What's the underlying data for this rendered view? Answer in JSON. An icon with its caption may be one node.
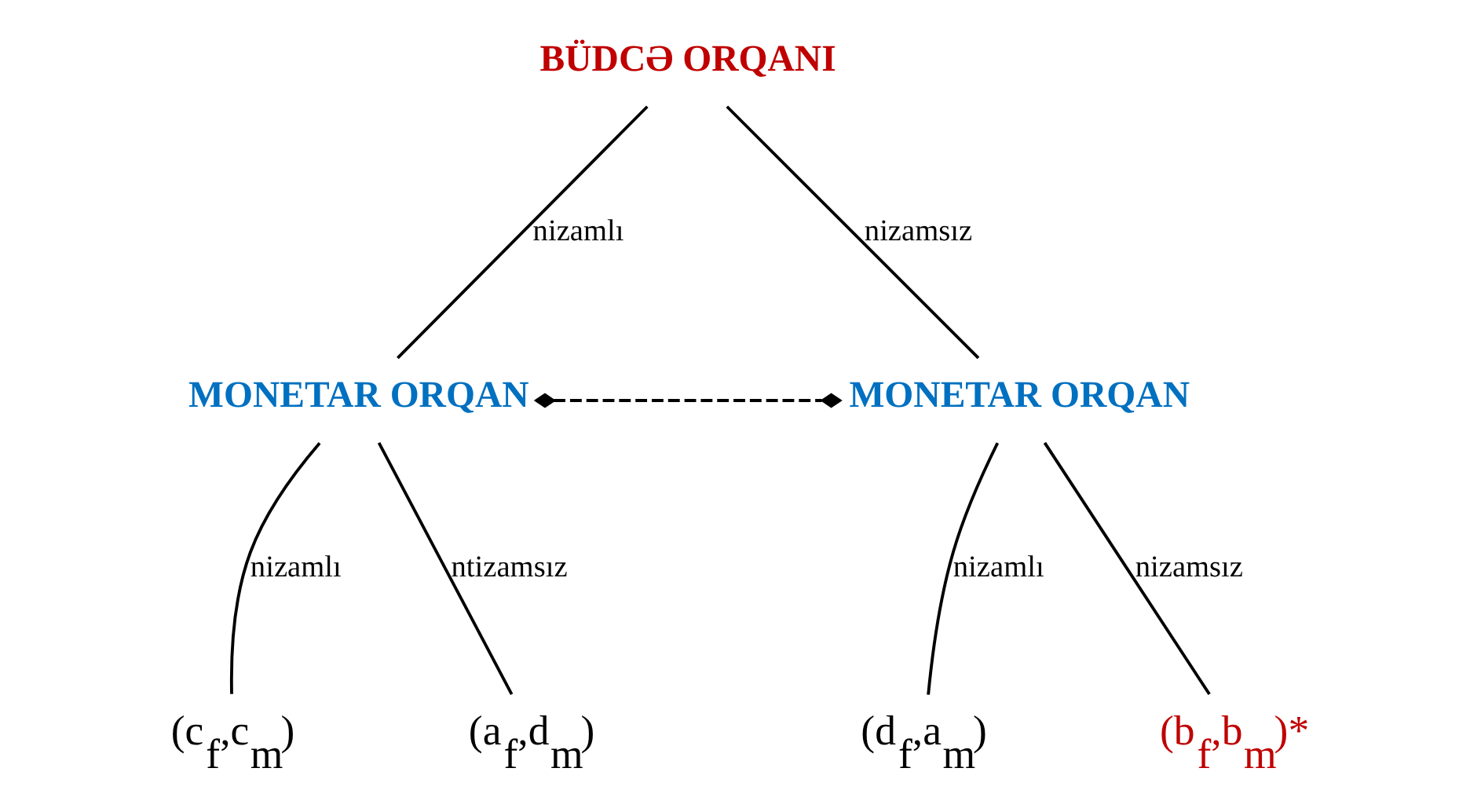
{
  "diagram": {
    "nodes": [
      {
        "text": [
          "BÜDCƏ ORQANI"
        ]
      },
      {
        "text": [
          "MONETAR ORQAN"
        ]
      },
      {
        "text": [
          "MONETAR ORQAN"
        ]
      },
      {
        "text": [
          "(c$_{f}$,c$_{m}$)"
        ]
      },
      {
        "text": [
          "(a$_{f}$,d$_{m}$)"
        ]
      },
      {
        "text": [
          "(d$_{f}$,a$_{m}$)"
        ]
      },
      {
        "text": [
          "(b$_{f}$,b$_{m}$)*"
        ]
      }
    ],
    "edges": [
      {
        "from": 0,
        "to": 1,
        "arrow": "none",
        "label": "nizamlı"
      },
      {
        "from": 0,
        "to": 2,
        "arrow": "none",
        "label": "nizamsız"
      },
      {
        "from": 1,
        "to": 2,
        "arrow": "other",
        "style": "dashed"
      },
      {
        "from": 1,
        "to": 3,
        "arrow": "none",
        "label": "nizamlı"
      },
      {
        "from": 1,
        "to": 4,
        "arrow": "none",
        "label": "ntizamsız"
      },
      {
        "from": 2,
        "to": 5,
        "arrow": "none",
        "label": "nizamlı"
      },
      {
        "from": 2,
        "to": 6,
        "arrow": "none",
        "label": "nizamsız"
      }
    ]
  }
}
